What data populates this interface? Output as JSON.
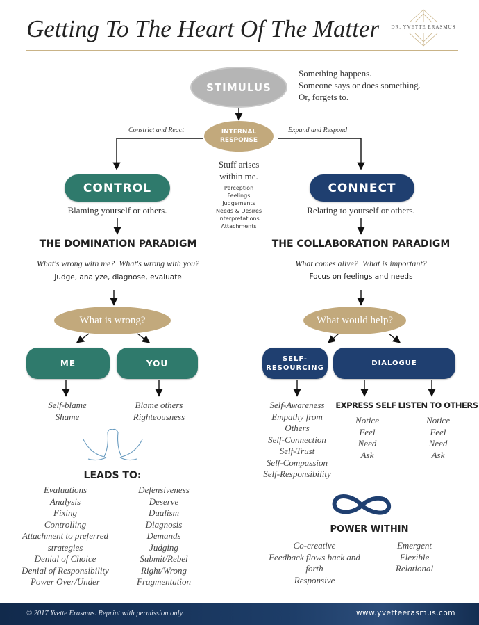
{
  "title": "Getting To The Heart Of The Matter",
  "logo_text": "DR. YVETTE ERASMUS",
  "stimulus": {
    "label": "STIMULUS",
    "desc": [
      "Something happens.",
      "Someone says or does something.",
      "Or, forgets to."
    ]
  },
  "internal_response": {
    "label": [
      "INTERNAL",
      "RESPONSE"
    ],
    "left_label": "Constrict and React",
    "right_label": "Expand and Respond",
    "desc": [
      "Stuff arises",
      "within me."
    ],
    "items": [
      "Perception",
      "Feelings",
      "Judgements",
      "Needs & Desires",
      "Interpretations",
      "Attachments"
    ]
  },
  "left": {
    "box": "CONTROL",
    "sub": "Blaming yourself or others.",
    "paradigm": "THE DOMINATION PARADIGM",
    "question": "What's wrong with me?  What's wrong with you?",
    "focus": "Judge, analyze, diagnose, evaluate",
    "oval": "What is wrong?",
    "me": "ME",
    "you": "YOU",
    "me_items": [
      "Self-blame",
      "Shame"
    ],
    "you_items": [
      "Blame others",
      "Righteousness"
    ],
    "leads_to": "LEADS TO:",
    "col1": [
      "Evaluations",
      "Analysis",
      "Fixing",
      "Controlling",
      "Attachment to preferred",
      "strategies",
      "Denial of Choice",
      "Denial of Responsibility",
      "Power Over/Under"
    ],
    "col2": [
      "Defensiveness",
      "Deserve",
      "Dualism",
      "Diagnosis",
      "Demands",
      "Judging",
      "Submit/Rebel",
      "Right/Wrong",
      "Fragmentation"
    ]
  },
  "right": {
    "box": "CONNECT",
    "sub": "Relating to yourself or others.",
    "paradigm": "THE COLLABORATION PARADIGM",
    "question": "What comes alive?  What is important?",
    "focus": "Focus on feelings and needs",
    "oval": "What would help?",
    "self_resourcing": [
      "SELF-",
      "RESOURCING"
    ],
    "dialogue": "DIALOGUE",
    "self_items": [
      "Self-Awareness",
      "Empathy from",
      "Others",
      "Self-Connection",
      "Self-Trust",
      "Self-Compassion",
      "Self-Responsibility"
    ],
    "express": "EXPRESS SELF",
    "listen": "LISTEN TO OTHERS",
    "express_items": [
      "Notice",
      "Feel",
      "Need",
      "Ask"
    ],
    "listen_items": [
      "Notice",
      "Feel",
      "Need",
      "Ask"
    ],
    "power": "POWER WITHIN",
    "power_col1": [
      "Co-creative",
      "Feedback flows back and",
      "forth",
      "Responsive"
    ],
    "power_col2": [
      "Emergent",
      "Flexible",
      "Relational"
    ]
  },
  "footer": {
    "copyright": "© 2017 Yvette Erasmus. Reprint with permission only.",
    "url": "www.yvetteerasmus.com"
  },
  "colors": {
    "teal": "#2f7a6c",
    "navy": "#1f3f70",
    "tan": "#c2a97c",
    "gray": "#b5b5b5"
  }
}
